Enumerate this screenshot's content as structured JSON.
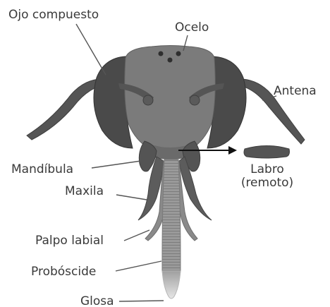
{
  "diagram": {
    "labels": {
      "compound_eye": "Ojo compuesto",
      "ocellus": "Ocelo",
      "antenna": "Antena",
      "mandible": "Mandíbula",
      "labrum_line1": "Labro",
      "labrum_line2": "(remoto)",
      "maxilla": "Maxila",
      "labial_palp": "Palpo labial",
      "proboscis": "Probóscide",
      "glossa": "Glosa"
    },
    "colors": {
      "head": "#7b7b7b",
      "eye": "#4a4a4a",
      "mouthparts": "#5c5c5c",
      "proboscis": "#9a9a9a",
      "leader_lines": "#555555",
      "arrow": "#111111",
      "labels": "#3a3a3a"
    }
  }
}
